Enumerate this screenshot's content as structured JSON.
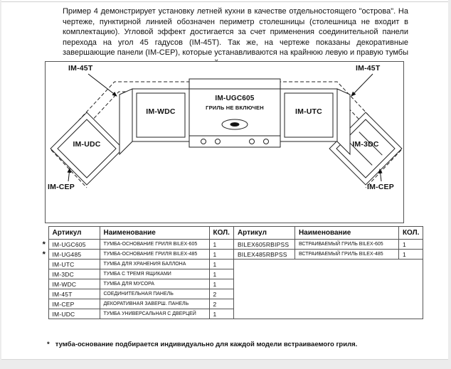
{
  "page": {
    "intro_text": "Пример 4 демонстрирует установку летней кухни в качестве отдельностоящего \"острова\". На чертеже, пунктирной линией обозначен периметр столешницы (столешница не входит в комплектацию). Угловой эффект достигается за счет применения соединительной панели перехода на угол 45 гадусов (IM-45T). Так же, на чертеже показаны декоративные завершающие панели (IM-CEP), которые устанавливаются на крайнюю левую и правую тумбы и придают конструкции кухни законченный вид, скрывая монтажные отверстия.",
    "footnote_marker": "*",
    "footnote_text": "тумба-основание подбирается индивидуально для каждой модели встраиваемого гриля."
  },
  "diagram": {
    "labels": {
      "im45t_left": "IM-45T",
      "im45t_right": "IM-45T",
      "im_wdc": "IM-WDC",
      "im_utc": "IM-UTC",
      "im_udc": "IM-UDC",
      "im_3dc": "IM-3DC",
      "im_cep_left": "IM-CEP",
      "im_cep_right": "IM-CEP",
      "grill_model": "IM-UGC605",
      "grill_note": "ГРИЛЬ НЕ ВКЛЮЧЕН"
    }
  },
  "table": {
    "headers": [
      "Артикул",
      "Наименование",
      "КОЛ.",
      "Артикул",
      "Наименование",
      "КОЛ."
    ],
    "rows": [
      {
        "star": "*",
        "c0": "IM-UGC605",
        "c1": "ТУМБА-ОСНОВАНИЕ ГРИЛЯ BILEX-605",
        "c2": "1",
        "c3": "BILEX605RBIPSS",
        "c4": "ВСТРАИВАЕМЫЙ ГРИЛЬ BILEX-605",
        "c5": "1"
      },
      {
        "star": "*",
        "c0": "IM-UG485",
        "c1": "ТУМБА-ОСНОВАНИЕ ГРИЛЯ BILEX-485",
        "c2": "1",
        "c3": "BILEX485RBPSS",
        "c4": "ВСТРАИВАЕМЫЙ ГРИЛЬ BILEX-485",
        "c5": "1"
      },
      {
        "c0": "IM-UTC",
        "c1": "ТУМБА ДЛЯ ХРАНЕНИЯ БАЛЛОНА",
        "c2": "1"
      },
      {
        "c0": "IM-3DC",
        "c1": "ТУМБА С ТРЕМЯ ЯЩИКАМИ",
        "c2": "1"
      },
      {
        "c0": "IM-WDC",
        "c1": "ТУМБА ДЛЯ МУСОРА",
        "c2": "1"
      },
      {
        "c0": "IM-45T",
        "c1": "СОЕДИНИТЕЛЬНАЯ ПАНЕЛЬ",
        "c2": "2"
      },
      {
        "c0": "IM-CEP",
        "c1": "ДЕКОРАТИВНАЯ ЗАВЕРШ. ПАНЕЛЬ",
        "c2": "2"
      },
      {
        "c0": "IM-UDC",
        "c1": "ТУМБА УНИВЕРСАЛЬНАЯ С ДВЕРЦЕЙ",
        "c2": "1"
      }
    ]
  }
}
